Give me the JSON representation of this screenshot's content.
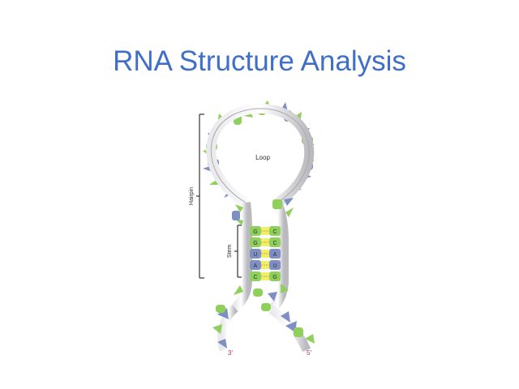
{
  "slide": {
    "title": "RNA Structure Analysis"
  },
  "diagram": {
    "labels": {
      "loop": "Loop",
      "hairpin": "Hairpin",
      "stem": "Stem",
      "end_3": "3′",
      "end_5": "5′"
    },
    "base_pairs": [
      {
        "left": "G",
        "right": "C"
      },
      {
        "left": "G",
        "right": "C"
      },
      {
        "left": "U",
        "right": "A"
      },
      {
        "left": "A",
        "right": "U"
      },
      {
        "left": "C",
        "right": "G"
      }
    ],
    "colors": {
      "title": "#3f6fc9",
      "backbone": "#c8c8cc",
      "purine_green": "#8fcf5c",
      "pyrimidine_blue": "#7f8fc4",
      "hydrogen_bond": "#f2ee6a",
      "end_label": "#b0335a"
    }
  }
}
